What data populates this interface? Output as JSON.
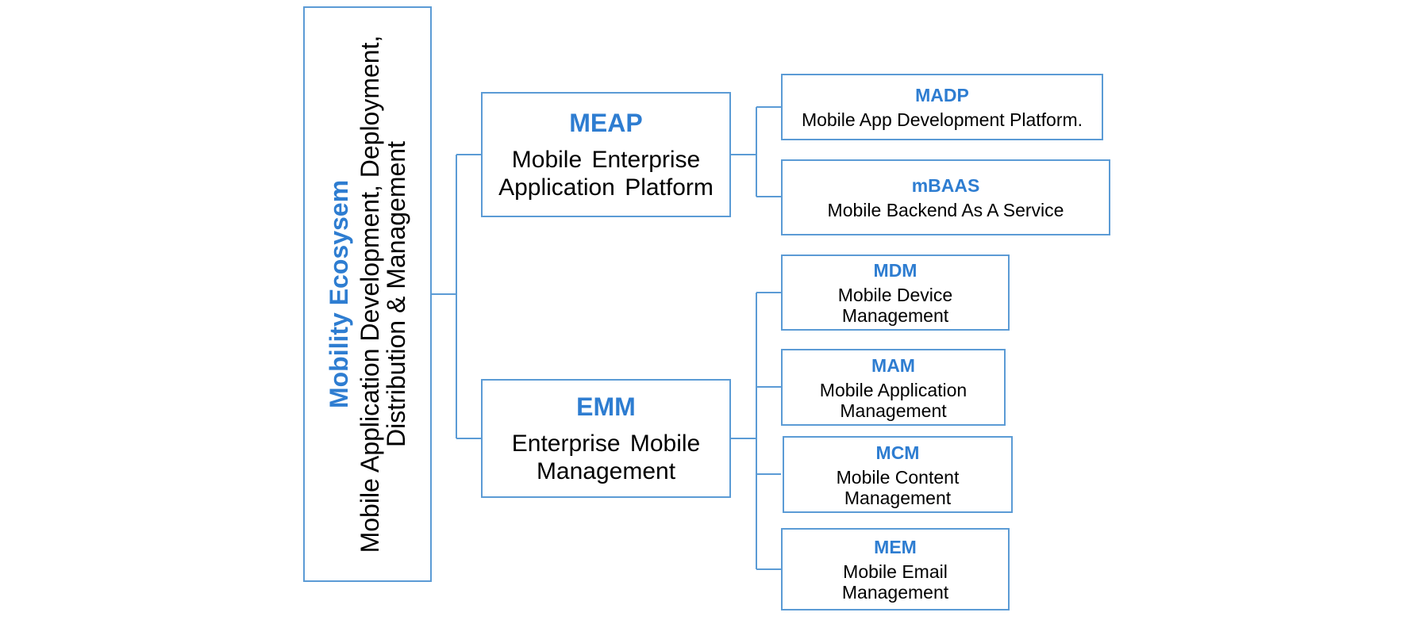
{
  "diagram": {
    "root": {
      "title": "Mobility Ecosysem",
      "subtitle": "Mobile Application Development, Deployment, Distribution & Management"
    },
    "branches": [
      {
        "abbr": "MEAP",
        "desc": "Mobile Enterprise Application Platform",
        "children": [
          {
            "abbr": "MADP",
            "desc": "Mobile App Development Platform."
          },
          {
            "abbr": "mBAAS",
            "desc": "Mobile Backend As A Service"
          }
        ]
      },
      {
        "abbr": "EMM",
        "desc": "Enterprise Mobile Management",
        "children": [
          {
            "abbr": "MDM",
            "desc": "Mobile Device Management"
          },
          {
            "abbr": "MAM",
            "desc": "Mobile Application Management"
          },
          {
            "abbr": "MCM",
            "desc": "Mobile Content Management"
          },
          {
            "abbr": "MEM",
            "desc": "Mobile Email Management"
          }
        ]
      }
    ],
    "colors": {
      "border": "#5b9bd5",
      "accent": "#2e7dd1",
      "text": "#000000"
    }
  }
}
